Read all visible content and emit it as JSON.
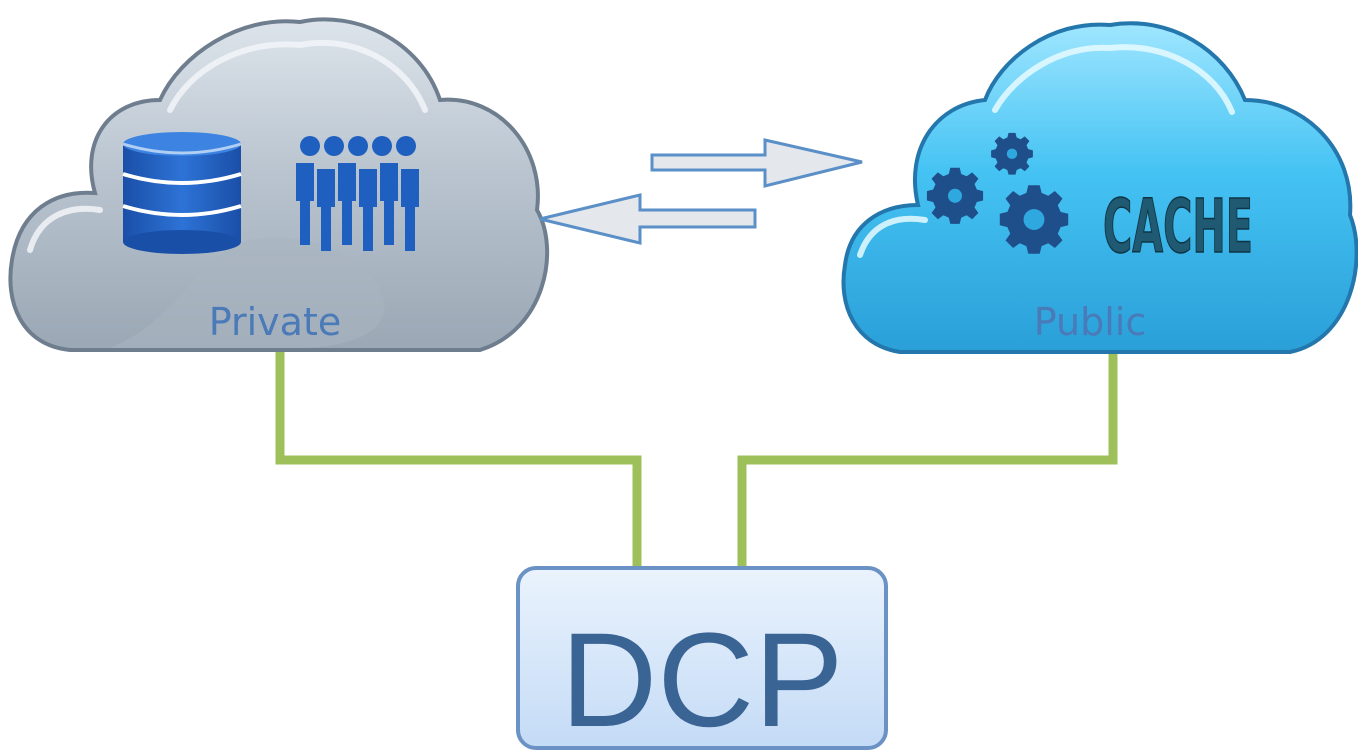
{
  "private_cloud": {
    "label": "Private",
    "icons": [
      "database-icon",
      "users-group-icon"
    ]
  },
  "public_cloud": {
    "label": "Public",
    "cache_label": "CACHE",
    "icons": [
      "gears-icon"
    ]
  },
  "dcp_box": {
    "label": "DCP"
  },
  "arrows": [
    "right-arrow-icon",
    "left-arrow-icon"
  ],
  "colors": {
    "private_cloud": "#b3bfcb",
    "public_cloud": "#42bff0",
    "icon_blue": "#1f5fbf",
    "connector": "#9dc05a",
    "dcp_border": "#6a92c4",
    "dcp_fill": "#d6e6fa",
    "label_blue": "#4a7ab8",
    "arrow_fill": "#e4e7ec",
    "arrow_stroke": "#5a8fc8"
  }
}
